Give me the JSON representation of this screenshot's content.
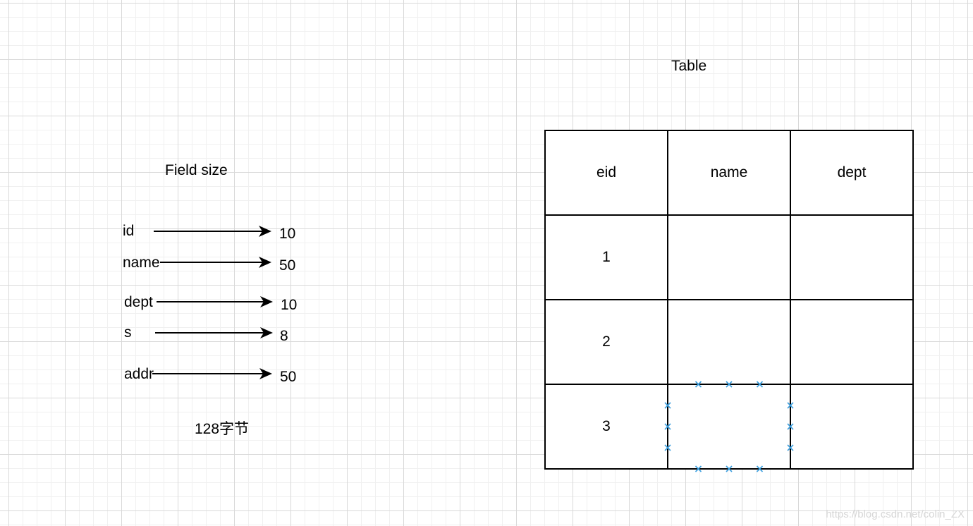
{
  "field_panel": {
    "title": "Field size",
    "fields": [
      {
        "name": "id",
        "size": "10"
      },
      {
        "name": "name",
        "size": "50"
      },
      {
        "name": "dept",
        "size": "10"
      },
      {
        "name": "s",
        "size": "8"
      },
      {
        "name": "addr",
        "size": "50"
      }
    ],
    "total": "128字节"
  },
  "table_panel": {
    "title": "Table",
    "headers": [
      "eid",
      "name",
      "dept"
    ],
    "rows": [
      [
        "1",
        "",
        ""
      ],
      [
        "2",
        "",
        ""
      ],
      [
        "3",
        "",
        ""
      ]
    ],
    "selected_cell": {
      "row": 2,
      "col": 1
    }
  },
  "watermark": "https://blog.csdn.net/colin_ZX",
  "colors": {
    "line": "#000000",
    "selection_handle": "#3b9ede",
    "grid_major": "#d9d9d9",
    "grid_minor": "#f0f0f0",
    "watermark": "#d6d6d6"
  }
}
